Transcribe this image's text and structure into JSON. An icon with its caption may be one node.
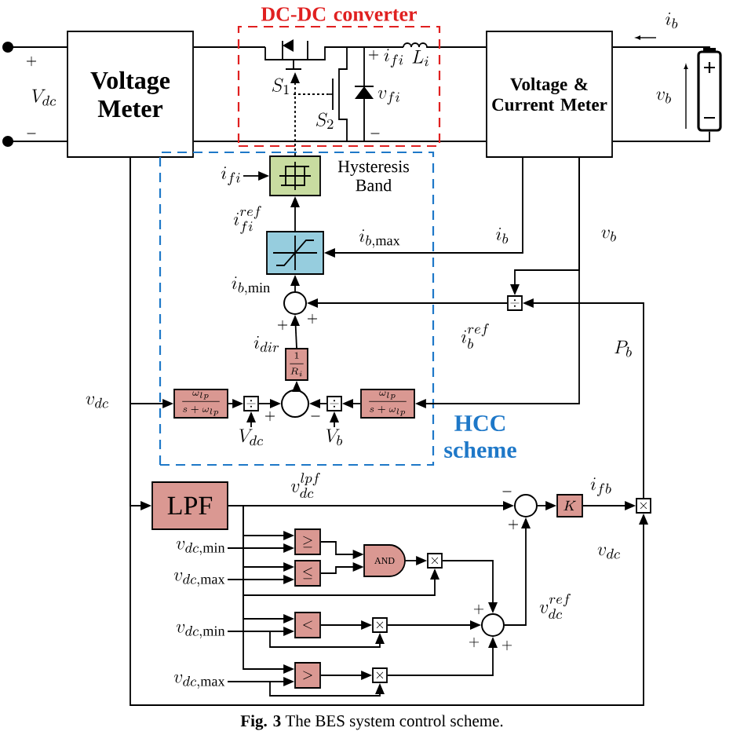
{
  "diagram": {
    "caption": "**Fig. 3** The BES system control scheme.",
    "nodes": [
      {
        "text": [
          "Voltage Meter"
        ]
      },
      {
        "text": [
          "DC-DC converter"
        ]
      },
      {
        "text": [
          "Voltage & Current Meter"
        ]
      },
      {
        "text": [],
        "shape": "battery"
      },
      {
        "text": [
          "HCC scheme"
        ]
      },
      {
        "text": [
          "Hysteresis Band"
        ],
        "in": 4
      },
      {
        "text": [],
        "shape": "box",
        "in": 4
      },
      {
        "text": [],
        "shape": "circle",
        "in": 4
      },
      {
        "text": [
          "\\frac{1}{R_i}"
        ],
        "in": 4
      },
      {
        "text": [],
        "shape": "circle",
        "in": 4
      },
      {
        "text": [
          "\\div"
        ],
        "in": 4
      },
      {
        "text": [
          "\\div"
        ],
        "in": 4
      },
      {
        "text": [
          "\\frac{\\omega_{lp}}{s+\\omega_{lp}}"
        ],
        "in": 4
      },
      {
        "text": [
          "\\frac{\\omega_{lp}}{s+\\omega_{lp}}"
        ],
        "in": 4
      },
      {
        "text": [
          "\\div"
        ]
      },
      {
        "text": [
          "LPF"
        ]
      },
      {
        "text": [],
        "shape": "circle"
      },
      {
        "text": [
          "K"
        ]
      },
      {
        "text": [
          "\\times"
        ]
      },
      {
        "text": [
          "\\geq"
        ]
      },
      {
        "text": [
          "\\leq"
        ]
      },
      {
        "text": [
          "AND"
        ]
      },
      {
        "text": [
          "\\times"
        ]
      },
      {
        "text": [
          "<"
        ]
      },
      {
        "text": [
          "\\times"
        ]
      },
      {
        "text": [
          ">"
        ]
      },
      {
        "text": [
          "\\times"
        ]
      },
      {
        "text": [],
        "shape": "circle"
      },
      {
        "text": [
          "v_{dc,\\min}"
        ]
      },
      {
        "text": [
          "v_{dc,\\max}"
        ]
      },
      {
        "text": [
          "v_{dc,\\min}"
        ]
      },
      {
        "text": [
          "v_{dc,\\max}"
        ]
      },
      {
        "text": [
          "i_{fi}"
        ],
        "in": 4
      },
      {
        "text": [
          "V_{dc}"
        ],
        "in": 4
      },
      {
        "text": [
          "V_b"
        ],
        "in": 4
      }
    ],
    "edges": [
      {
        "from": 0,
        "to": 1,
        "arrow": "none"
      },
      {
        "from": 0,
        "to": 1,
        "arrow": "none"
      },
      {
        "from": 1,
        "to": 2,
        "arrow": "none"
      },
      {
        "from": 1,
        "to": 2,
        "arrow": "none"
      },
      {
        "from": 2,
        "to": 3,
        "arrow": "none"
      },
      {
        "from": 2,
        "to": 3,
        "arrow": "none"
      },
      {
        "from": 5,
        "to": 1,
        "arrow": "to",
        "style": "dashed"
      },
      {
        "from": 6,
        "to": 5,
        "arrow": "to",
        "label": "i_{fi}^{ref}"
      },
      {
        "from": 7,
        "to": 6,
        "arrow": "to"
      },
      {
        "from": 8,
        "to": 7,
        "arrow": "to",
        "label": "i_{dir}"
      },
      {
        "from": 9,
        "to": 8,
        "arrow": "to"
      },
      {
        "from": 10,
        "to": 9,
        "arrow": "to"
      },
      {
        "from": 11,
        "to": 9,
        "arrow": "to"
      },
      {
        "from": 12,
        "to": 10,
        "arrow": "to"
      },
      {
        "from": 13,
        "to": 11,
        "arrow": "to"
      },
      {
        "from": 2,
        "to": 6,
        "arrow": "to",
        "label": "i_b"
      },
      {
        "from": 2,
        "to": 14,
        "arrow": "to",
        "label": "v_b"
      },
      {
        "from": 2,
        "to": 13,
        "arrow": "to"
      },
      {
        "from": 14,
        "to": 7,
        "arrow": "to",
        "label": "i_b^{ref}"
      },
      {
        "from": 18,
        "to": 14,
        "arrow": "to",
        "label": "P_b"
      },
      {
        "from": 0,
        "to": 12,
        "arrow": "to",
        "label": "v_{dc}"
      },
      {
        "from": 0,
        "to": 15,
        "arrow": "to"
      },
      {
        "from": 0,
        "to": 18,
        "arrow": "to",
        "label": "v_{dc}"
      },
      {
        "from": 15,
        "to": 16,
        "arrow": "to",
        "label": "v_{dc}^{lpf}"
      },
      {
        "from": 15,
        "to": 19,
        "arrow": "to"
      },
      {
        "from": 28,
        "to": 19,
        "arrow": "to"
      },
      {
        "from": 15,
        "to": 20,
        "arrow": "to"
      },
      {
        "from": 29,
        "to": 20,
        "arrow": "to"
      },
      {
        "from": 19,
        "to": 21,
        "arrow": "to"
      },
      {
        "from": 20,
        "to": 21,
        "arrow": "to"
      },
      {
        "from": 21,
        "to": 22,
        "arrow": "to"
      },
      {
        "from": 15,
        "to": 22,
        "arrow": "to"
      },
      {
        "from": 15,
        "to": 23,
        "arrow": "to"
      },
      {
        "from": 30,
        "to": 23,
        "arrow": "to"
      },
      {
        "from": 30,
        "to": 24,
        "arrow": "to"
      },
      {
        "from": 15,
        "to": 25,
        "arrow": "to"
      },
      {
        "from": 31,
        "to": 25,
        "arrow": "to"
      },
      {
        "from": 31,
        "to": 26,
        "arrow": "to"
      },
      {
        "from": 23,
        "to": 24,
        "arrow": "to"
      },
      {
        "from": 25,
        "to": 26,
        "arrow": "to"
      },
      {
        "from": 22,
        "to": 27,
        "arrow": "to"
      },
      {
        "from": 24,
        "to": 27,
        "arrow": "to"
      },
      {
        "from": 26,
        "to": 27,
        "arrow": "to"
      },
      {
        "from": 27,
        "to": 16,
        "arrow": "to",
        "label": "v_{dc}^{ref}"
      },
      {
        "from": 16,
        "to": 17,
        "arrow": "to"
      },
      {
        "from": 17,
        "to": 18,
        "arrow": "to",
        "label": "i_{fb}"
      },
      {
        "from": 32,
        "to": 5,
        "arrow": "to"
      },
      {
        "from": 33,
        "to": 10,
        "arrow": "to"
      },
      {
        "from": 34,
        "to": 11,
        "arrow": "to"
      }
    ],
    "labels": [
      "+",
      "V_{dc}",
      "-",
      "S_1",
      "+",
      "i_{fi}",
      "L_i",
      "S_2",
      "v_{fi}",
      "-",
      "i_b",
      "v_b",
      "i_{b,\\max}",
      "i_{b,\\min}",
      "+",
      "+",
      "+",
      "-",
      "-",
      "+",
      "+",
      "+",
      "+"
    ]
  }
}
